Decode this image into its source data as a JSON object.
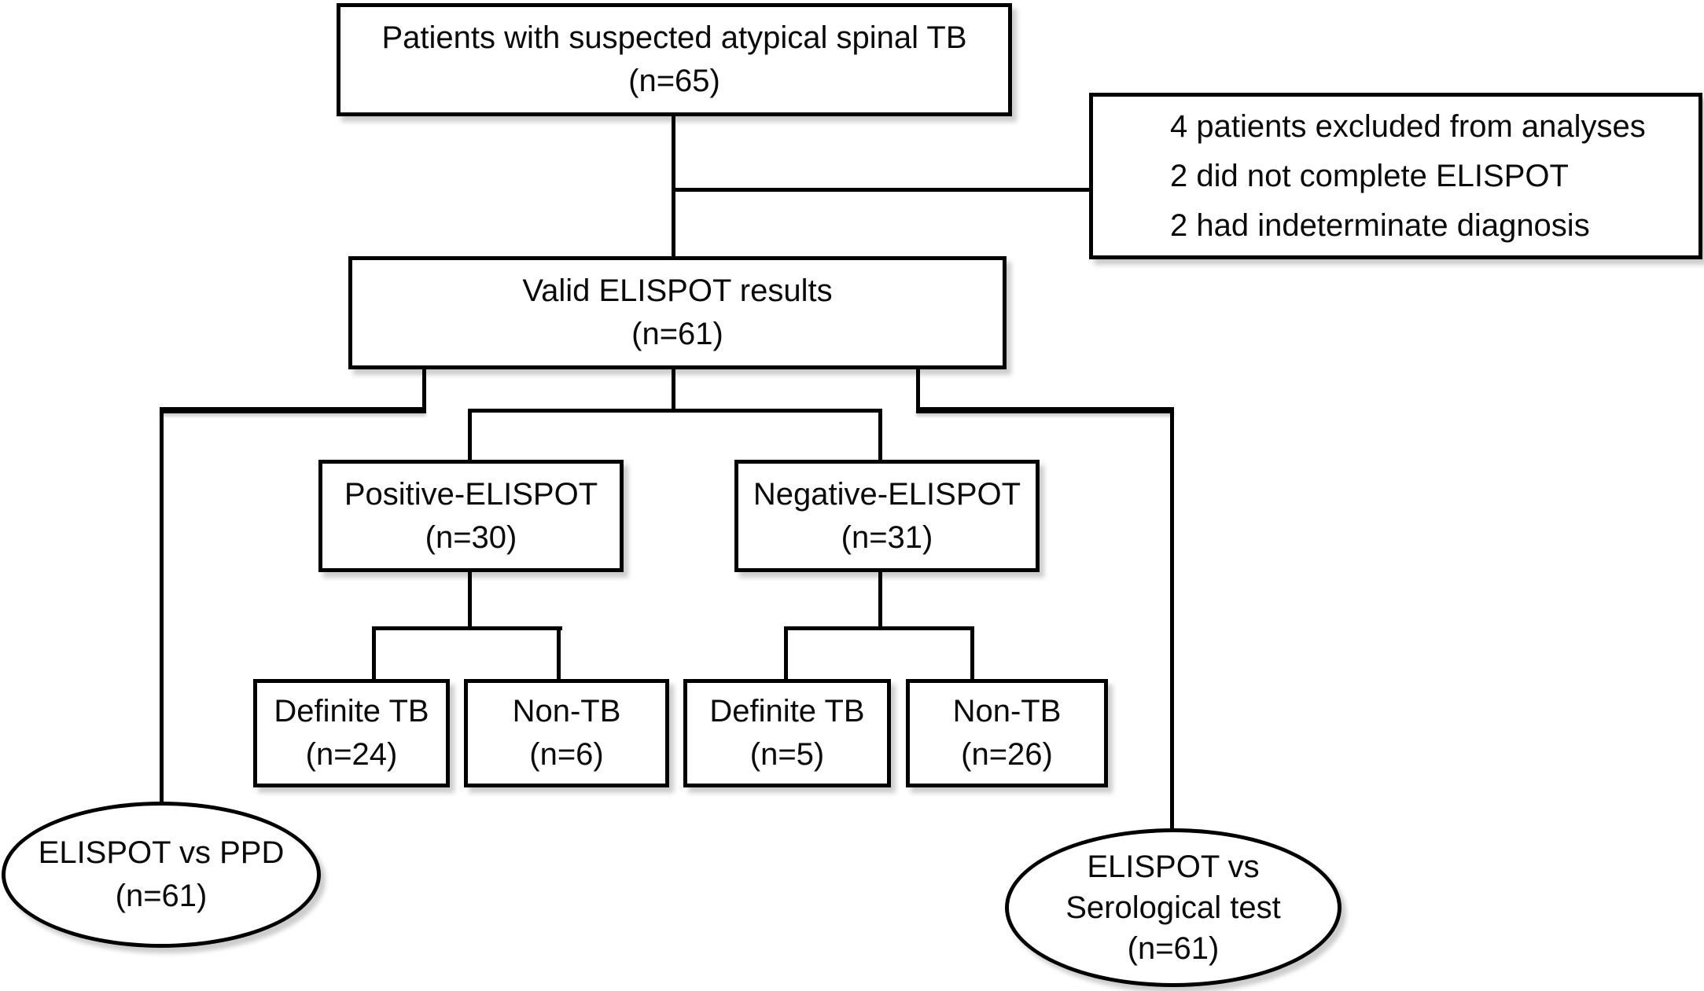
{
  "figure": {
    "type": "flowchart",
    "nodes": {
      "suspected": {
        "lines": [
          "Patients with suspected atypical spinal TB",
          "(n=65)"
        ]
      },
      "excluded": {
        "lines": [
          "4 patients excluded from analyses",
          "2 did not complete ELISPOT",
          "2 had indeterminate diagnosis"
        ]
      },
      "valid": {
        "lines": [
          "Valid ELISPOT results",
          "(n=61)"
        ]
      },
      "positive": {
        "lines": [
          "Positive-ELISPOT",
          "(n=30)"
        ]
      },
      "negative": {
        "lines": [
          "Negative-ELISPOT",
          "(n=31)"
        ]
      },
      "positive_definite_tb": {
        "lines": [
          "Definite TB",
          "(n=24)"
        ]
      },
      "positive_non_tb": {
        "lines": [
          "Non-TB",
          "(n=6)"
        ]
      },
      "negative_definite_tb": {
        "lines": [
          "Definite TB",
          "(n=5)"
        ]
      },
      "negative_non_tb": {
        "lines": [
          "Non-TB",
          "(n=26)"
        ]
      },
      "elispot_vs_ppd": {
        "lines": [
          "ELISPOT vs PPD",
          "(n=61)"
        ]
      },
      "elispot_vs_serological": {
        "lines": [
          "ELISPOT vs",
          "Serological test",
          "(n=61)"
        ]
      }
    },
    "colors": {
      "line": "#000000",
      "background": "#ffffff",
      "text": "#0a0a0a"
    }
  }
}
